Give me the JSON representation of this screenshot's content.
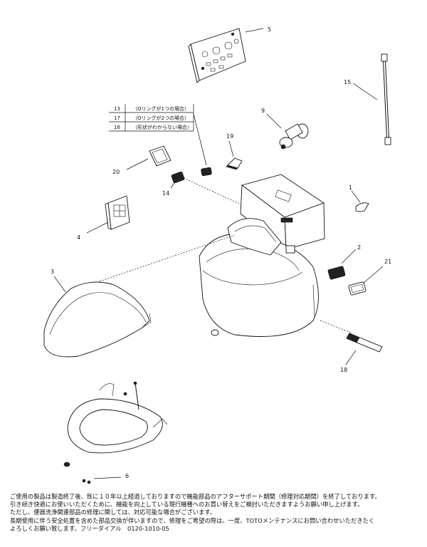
{
  "callouts": {
    "c1": "1",
    "c2": "2",
    "c3": "3",
    "c4": "4",
    "c5": "5",
    "c6": "6",
    "c9": "9",
    "c14": "14",
    "c15": "15",
    "c18": "18",
    "c19": "19",
    "c20": "20",
    "c21": "21"
  },
  "table": [
    {
      "number": "13",
      "note": "（Oリングが1つの場合）"
    },
    {
      "number": "17",
      "note": "（Oリングが2つの場合）"
    },
    {
      "number": "16",
      "note": "（形状がわからない場合）"
    }
  ],
  "notice": [
    "ご使用の製品は製造終了後、既に１０年以上経過しておりますので機能部品のアフターサポート期間（修理対応期間）を終了しております。",
    "引き続き快適にお使いいただくために、機能を向上している現行機種へのお買い替えをご検討いただきますようお願い申し上げます。",
    "ただし、便器洗浄関連部品の修理に関しては、対応可能な場合がございます。",
    "長期使用に伴う安全処置を含めた部品交換が伴いますので、修理をご希望の際は、一度、TOTOメンテナンスにお問い合わせいただきたく",
    "よろしくお願い致します。フリーダイアル　0120-1010-05"
  ]
}
